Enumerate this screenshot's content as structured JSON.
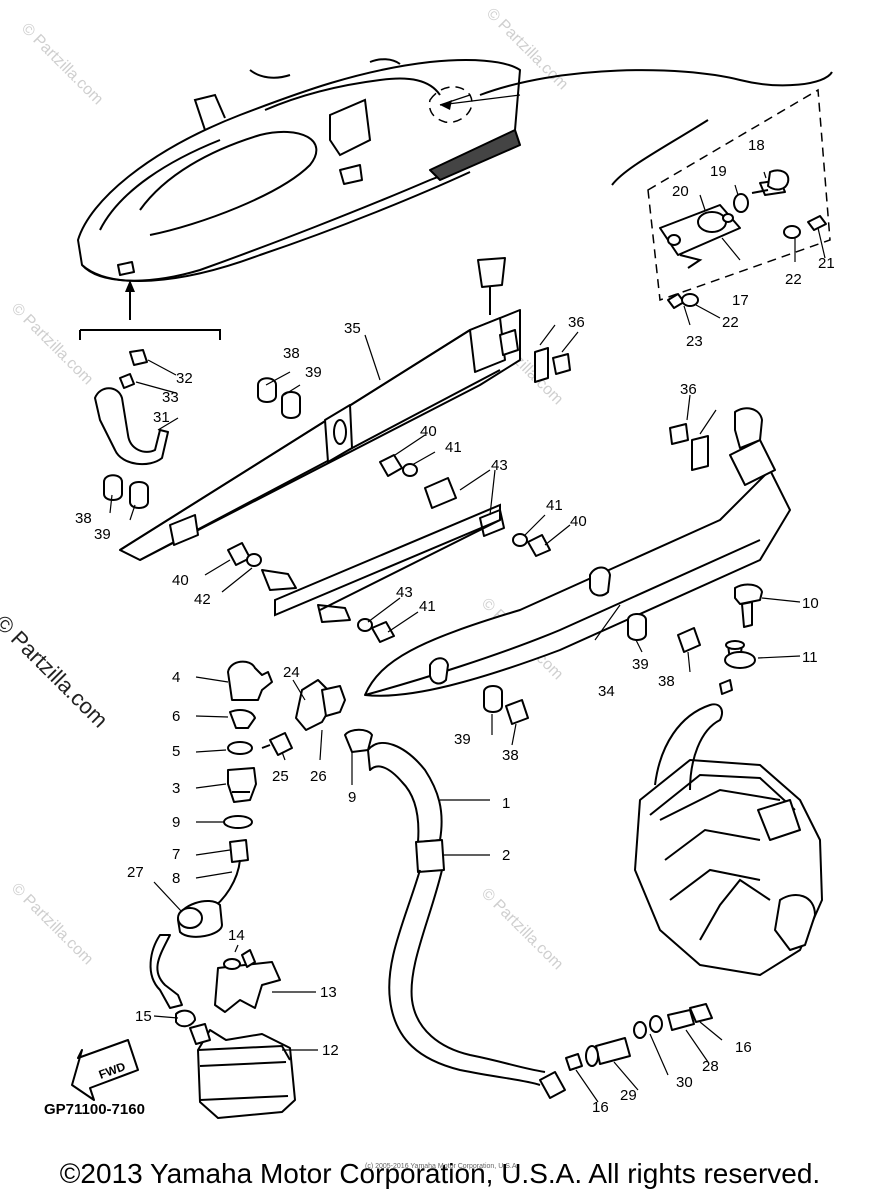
{
  "watermarks": [
    "© Partzilla.com"
  ],
  "side_watermark": "© Partzilla.com",
  "part_labels": [
    "1",
    "2",
    "3",
    "4",
    "5",
    "6",
    "7",
    "8",
    "9",
    "9",
    "10",
    "11",
    "12",
    "13",
    "14",
    "15",
    "16",
    "16",
    "17",
    "18",
    "19",
    "20",
    "21",
    "22",
    "22",
    "23",
    "24",
    "25",
    "26",
    "27",
    "28",
    "29",
    "30",
    "31",
    "32",
    "33",
    "34",
    "35",
    "36",
    "36",
    "38",
    "38",
    "38",
    "38",
    "39",
    "39",
    "39",
    "39",
    "40",
    "40",
    "40",
    "41",
    "41",
    "41",
    "42",
    "43",
    "43"
  ],
  "direction_arrow": "FWD",
  "diagram_code": "GP71100-7160",
  "small_copyright": "(c) 2005-2016 Yamaha Motor Corporation, U.S.A.",
  "copyright": "©2013 Yamaha Motor Corporation, U.S.A. All rights reserved."
}
